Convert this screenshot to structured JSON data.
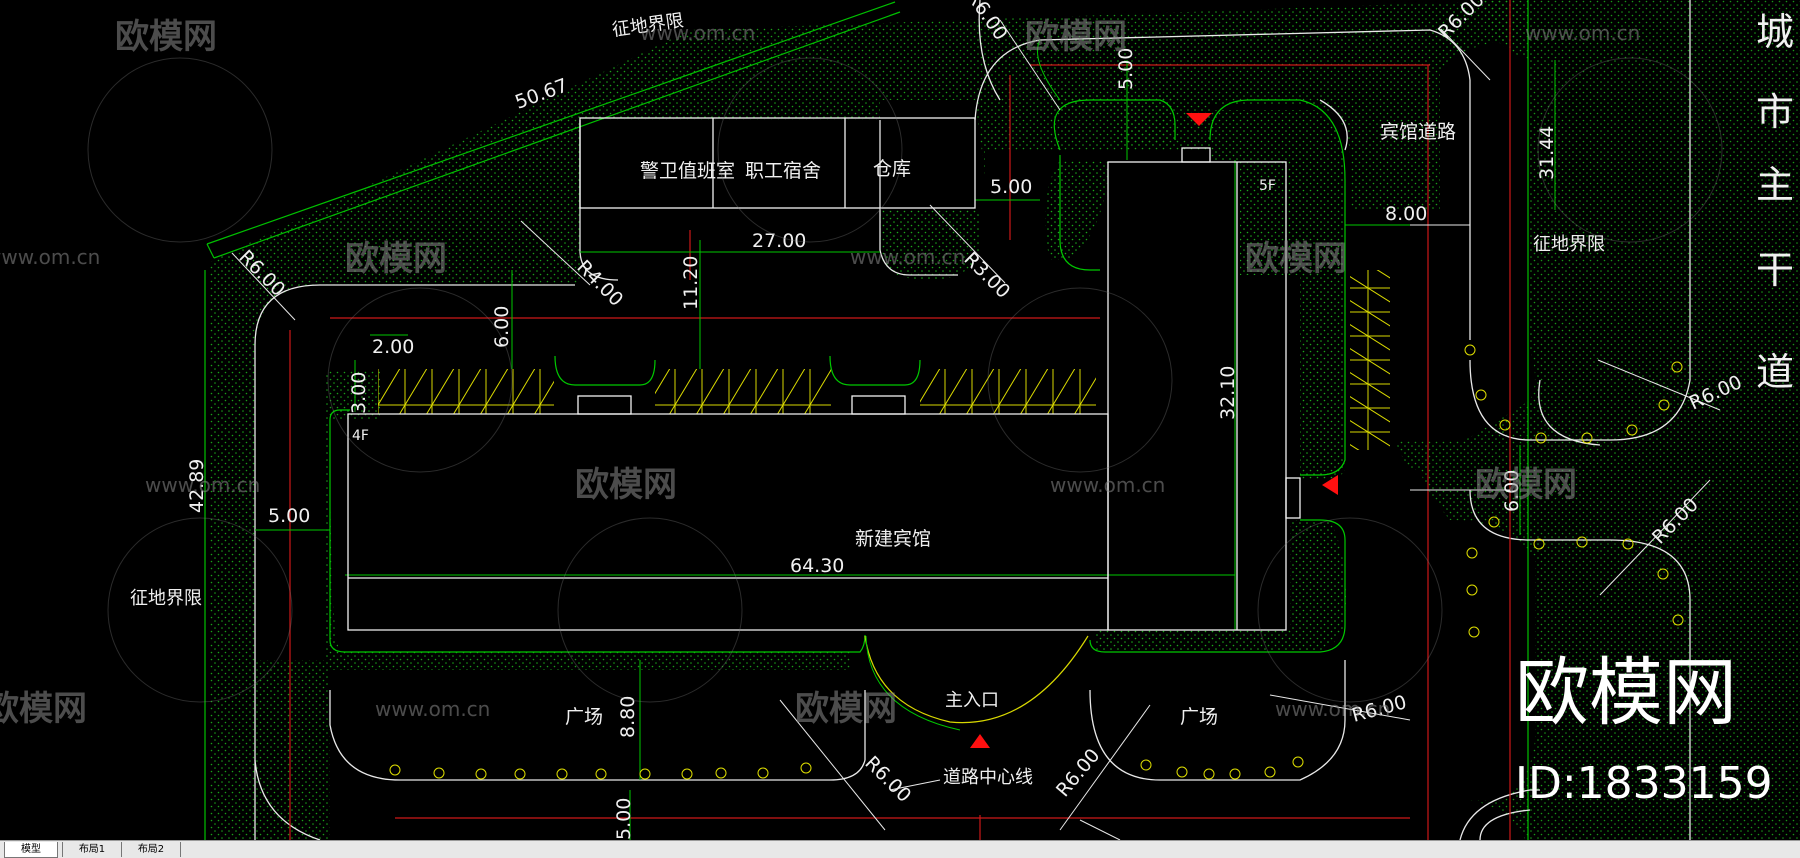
{
  "drawing": {
    "building_labels": {
      "guard_room": "警卫值班室",
      "dormitory": "职工宿舍",
      "warehouse": "仓库",
      "new_hotel": "新建宾馆",
      "floors_4f": "4F",
      "floors_5f": "5F",
      "main_entrance": "主入口"
    },
    "annotations": {
      "boundary_top": "征地界限",
      "boundary_left": "征地界限",
      "boundary_right": "征地界限",
      "hotel_road": "宾馆道路",
      "plaza_left": "广场",
      "plaza_right": "广场",
      "road_centerline": "道路中心线",
      "city_road_1": "城",
      "city_road_2": "市",
      "city_road_3": "主",
      "city_road_4": "干",
      "city_road_5": "道"
    },
    "dimensions": {
      "d_50_67": "50.67",
      "d_5_00_top": "5.00",
      "d_5_00_mid": "5.00",
      "d_27_00": "27.00",
      "d_11_20": "11.20",
      "d_6_00_left": "6.00",
      "d_2_00": "2.00",
      "d_3_00": "3.00",
      "d_42_89": "42.89",
      "d_5_00_left": "5.00",
      "d_64_30": "64.30",
      "d_32_10": "32.10",
      "d_8_00": "8.00",
      "d_31_44": "31.44",
      "d_6_00_right": "6.00",
      "d_8_80": "8.80",
      "d_5_00_bottom": "5.00",
      "r6_00_tl": "R6.00",
      "r4_00": "R4.00",
      "r3_00": "R3.00",
      "r6_00_top": "R6.00",
      "r6_00_tr": "R6.00",
      "r6_00_r1": "R6.00",
      "r6_00_r2": "R6.00",
      "r6_00_br": "R6.00",
      "r6_00_b1": "R6.00",
      "r6_00_b2": "R6.00"
    },
    "watermarks": {
      "brand": "欧模网",
      "url": "www.om.cn",
      "big_brand": "欧模网",
      "id": "ID:1833159"
    },
    "colors": {
      "background": "#000000",
      "line_white": "#ffffff",
      "line_green": "#00c800",
      "line_red": "#d81a1a",
      "hatch_yellow": "#e6e600",
      "marker_red": "#ff1010"
    }
  },
  "tabs": {
    "model": "模型",
    "layout1": "布局1",
    "layout2": "布局2"
  }
}
